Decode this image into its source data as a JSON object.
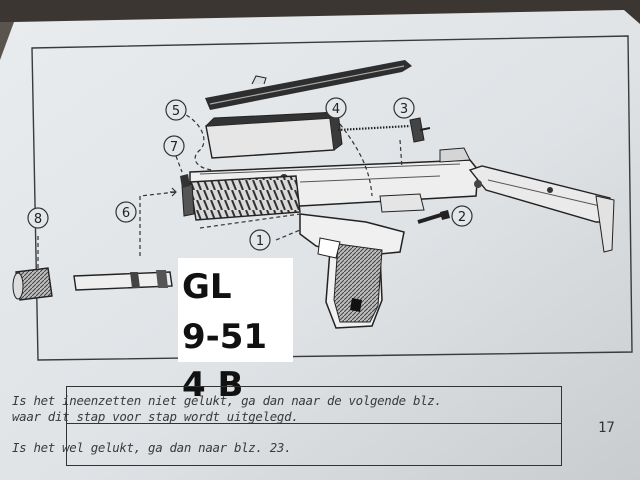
{
  "callouts": [
    "1",
    "2",
    "3",
    "4",
    "5",
    "6",
    "7",
    "8"
  ],
  "overlay_label": {
    "line1": "GL",
    "line2": "9-51",
    "line3": "4 B"
  },
  "caption": {
    "line1": "Is het ineenzetten niet gelukt, ga dan naar de volgende blz.",
    "line2": "waar dit stap voor stap wordt uitgelegd.",
    "line3": "Is het wel gelukt, ga dan naar blz. 23."
  },
  "page_number": "17"
}
